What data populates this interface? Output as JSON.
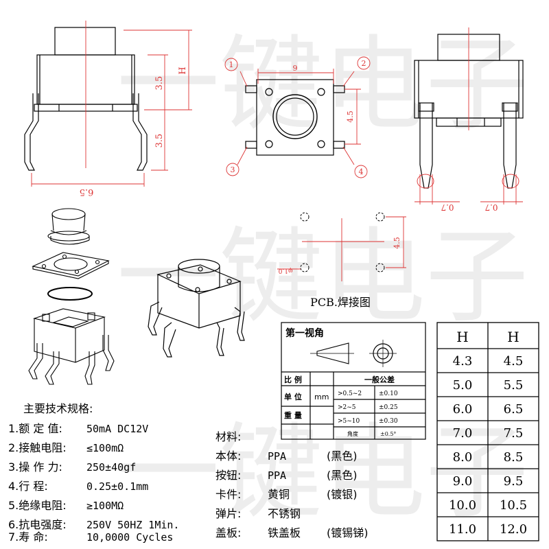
{
  "dims": {
    "h_label": "H",
    "d35a": "3.5",
    "d35b": "3.5",
    "d65": "6.5",
    "d9": "9",
    "d45": "4.5",
    "d07a": "0.7",
    "d07b": "0.7",
    "pcb45": "4.5",
    "pcb_hole": "φ1.0"
  },
  "callouts": [
    "1",
    "2",
    "3",
    "4"
  ],
  "pcb_caption": "PCB.焊接图",
  "title_block": {
    "first_view": "第一视角",
    "scale": "比  例",
    "unit": "单  位",
    "unit_val": "mm",
    "weight": "重  量",
    "tol_header": "一般公差",
    "tol_rows": [
      {
        "range": ">0.5~2",
        "val": "±0.10"
      },
      {
        "range": ">2~5",
        "val": "±0.25"
      },
      {
        "range": ">5~10",
        "val": "±0.30"
      },
      {
        "range": "角度",
        "val": "±0.5°"
      }
    ]
  },
  "h_table": {
    "headers": [
      "H",
      "H"
    ],
    "rows": [
      [
        "4.3",
        "4.5"
      ],
      [
        "5.0",
        "5.5"
      ],
      [
        "6.0",
        "6.5"
      ],
      [
        "7.0",
        "7.5"
      ],
      [
        "8.0",
        "8.5"
      ],
      [
        "9.0",
        "9.5"
      ],
      [
        "10.0",
        "10.5"
      ],
      [
        "11.0",
        "12.0"
      ]
    ]
  },
  "specs": {
    "title": "主要技术规格:",
    "items": [
      {
        "label": "1.额 定 值:",
        "value": "50mA DC12V"
      },
      {
        "label": "2.接触电阻:",
        "value": "≤100mΩ"
      },
      {
        "label": "3.操 作 力:",
        "value": "250±40gf"
      },
      {
        "label": "4.行    程:",
        "value": "0.25±0.1mm"
      },
      {
        "label": "5.绝缘电阻:",
        "value": "≥100MΩ"
      },
      {
        "label": "6.抗电强度:",
        "value": "250V 50HZ 1Min."
      },
      {
        "label": "7.寿    命:",
        "value": "10,0000 Cycles"
      }
    ]
  },
  "materials": {
    "title": "材料:",
    "items": [
      {
        "part": "本体:",
        "mat": "PPA",
        "note": "(黑色)"
      },
      {
        "part": "按钮:",
        "mat": "PPA",
        "note": "(黑色)"
      },
      {
        "part": "卡件:",
        "mat": "黄铜",
        "note": "(镀银)"
      },
      {
        "part": "弹片:",
        "mat": "不锈钢",
        "note": ""
      },
      {
        "part": "盖板:",
        "mat": "铁盖板",
        "note": "(镀锡锑)"
      }
    ]
  },
  "watermark": "一键电子"
}
